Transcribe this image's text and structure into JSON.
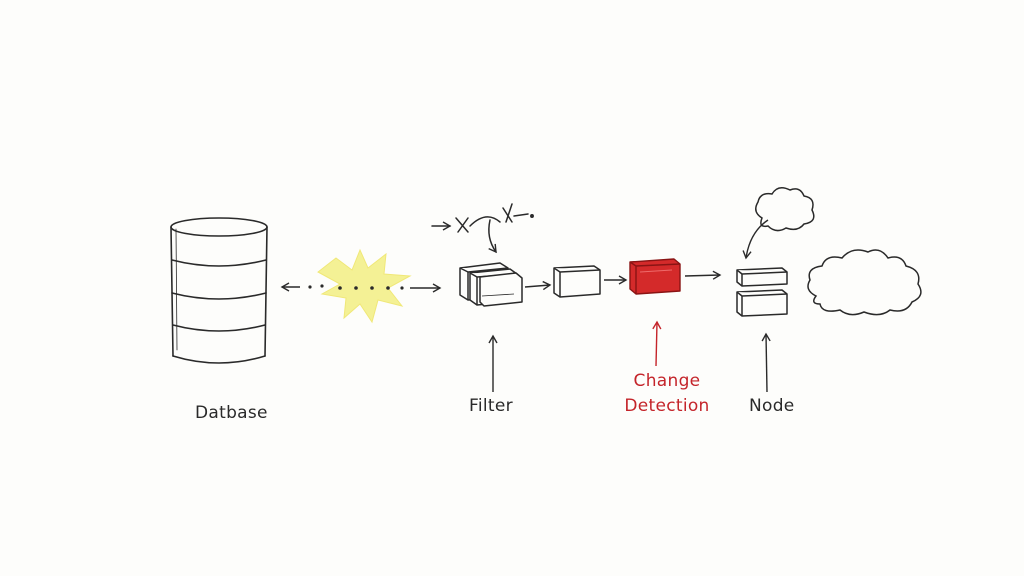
{
  "labels": {
    "database": "Datbase",
    "filter": "Filter",
    "change_line1": "Change",
    "change_line2": "Detection",
    "node": "Node"
  },
  "colors": {
    "ink": "#2a2a2a",
    "accent_red": "#d42a2a",
    "label_red": "#c4242a",
    "spark_yellow": "#f4f08a",
    "background": "#fdfdfb"
  }
}
